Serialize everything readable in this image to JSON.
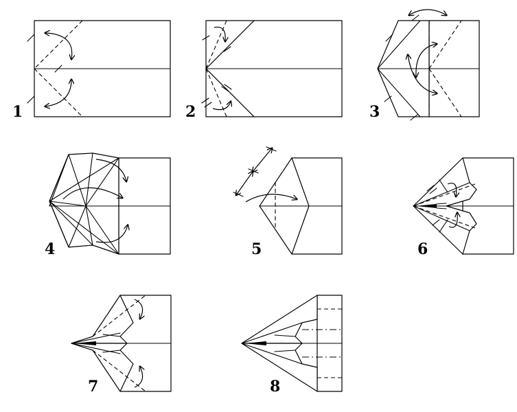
{
  "steps": [
    {
      "number": "1"
    },
    {
      "number": "2"
    },
    {
      "number": "3"
    },
    {
      "number": "4"
    },
    {
      "number": "5"
    },
    {
      "number": "6"
    },
    {
      "number": "7"
    },
    {
      "number": "8"
    }
  ]
}
